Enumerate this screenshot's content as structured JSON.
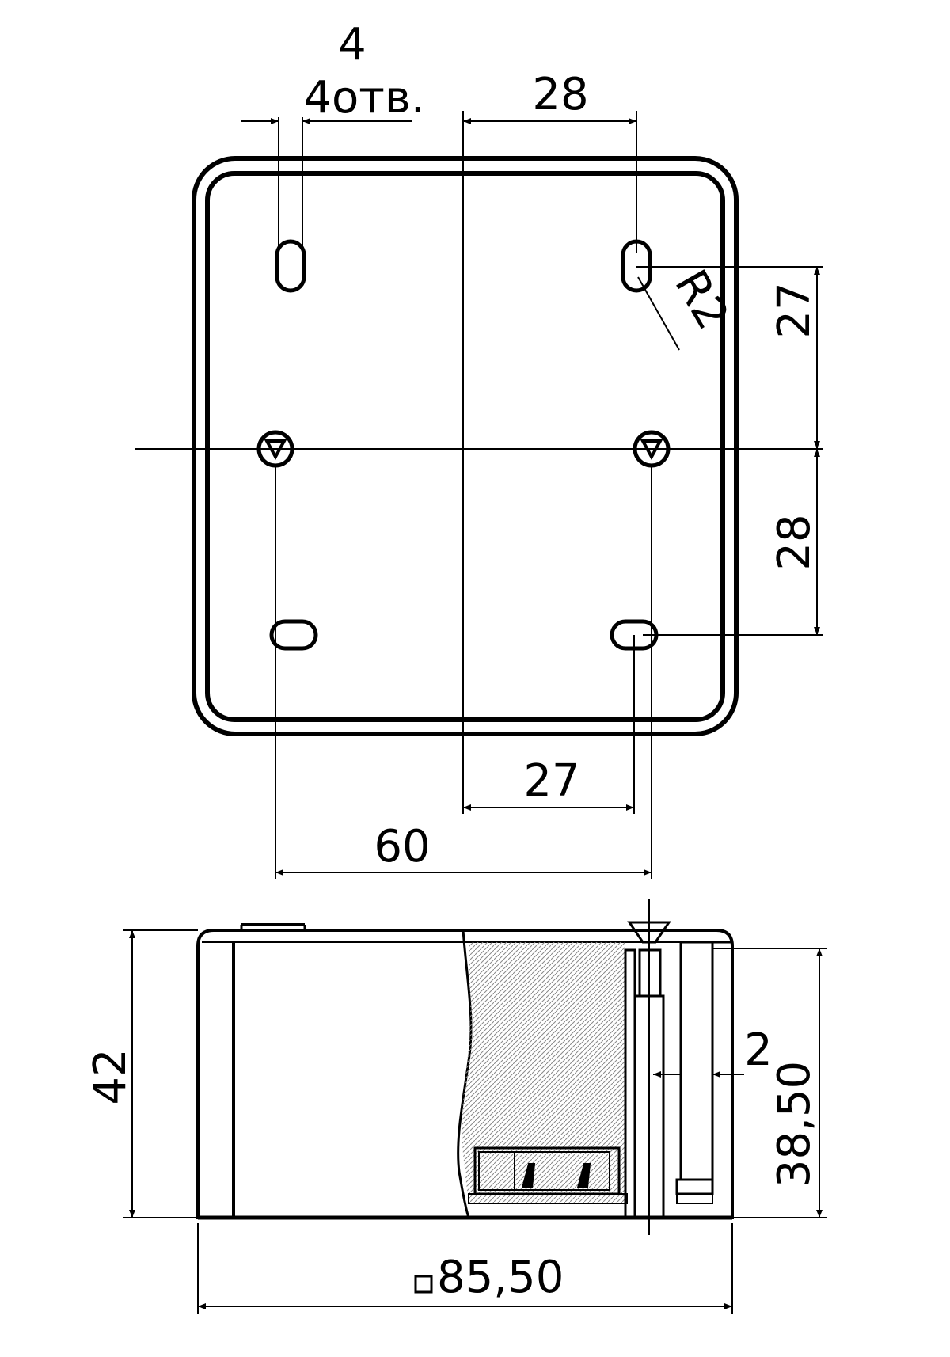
{
  "colors": {
    "ink": "#000000",
    "paper": "#ffffff",
    "hatch": "#444444"
  },
  "plan_view": {
    "hole_dim": {
      "value": "4",
      "note": "4отв."
    },
    "dim_top": "28",
    "dim_right_top": "27",
    "dim_right_bottom": "28",
    "dim_bottom_inner": "27",
    "dim_bottom_outer": "60",
    "radius_label": "R2"
  },
  "side_view": {
    "height_total": "42",
    "height_inner": "38,50",
    "wall_thickness": "2",
    "width": "85,50",
    "square_symbol": "square-symbol"
  }
}
